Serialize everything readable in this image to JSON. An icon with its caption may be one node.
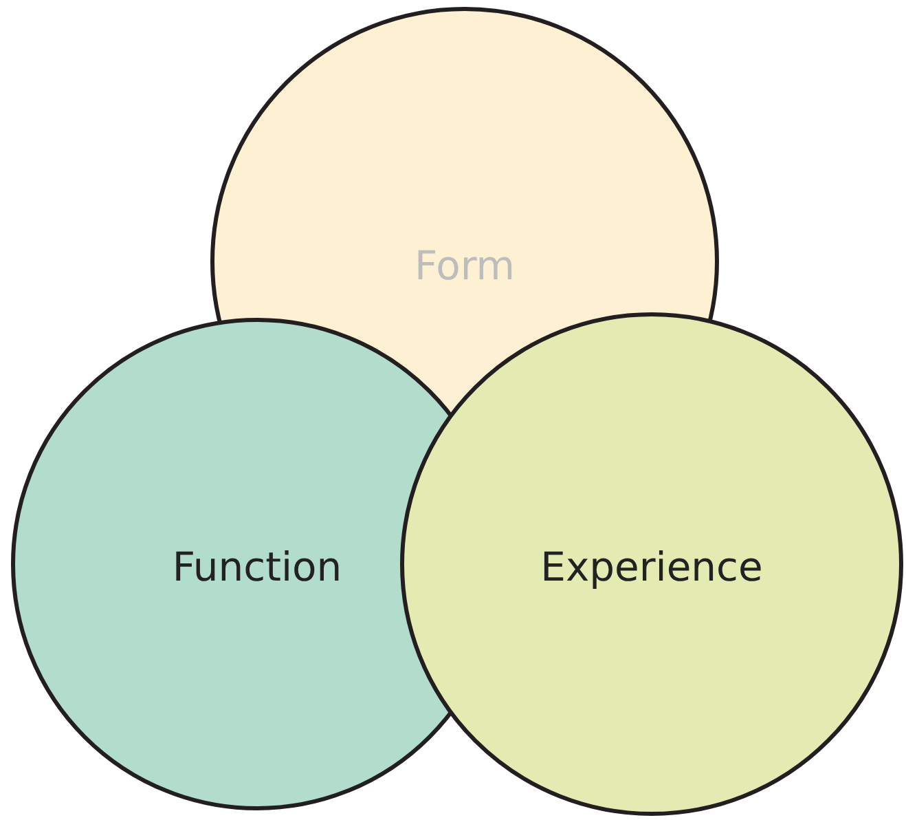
{
  "diagram": {
    "nodes": [
      {
        "text": [
          "Form"
        ]
      },
      {
        "text": [
          "Function"
        ]
      },
      {
        "text": [
          "Experience"
        ]
      }
    ]
  }
}
